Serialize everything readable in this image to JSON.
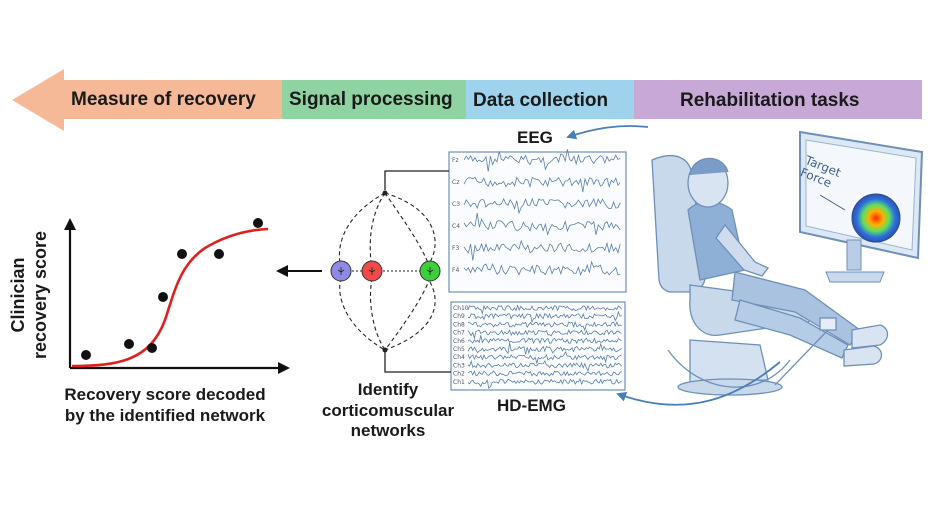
{
  "pipeline": {
    "stages": [
      {
        "label": "Measure of recovery",
        "color": "#f6b998"
      },
      {
        "label": "Signal processing",
        "color": "#8fd3a2"
      },
      {
        "label": "Data collection",
        "color": "#9fd2ec"
      },
      {
        "label": "Rehabilitation tasks",
        "color": "#c7a8d6"
      }
    ]
  },
  "signals": {
    "eeg_title": "EEG",
    "emg_title": "HD-EMG",
    "eeg_channels": [
      "Fz",
      "Cz",
      "C3",
      "C4",
      "F3",
      "F4"
    ],
    "emg_channels": [
      "Ch10",
      "Ch9",
      "Ch8",
      "Ch7",
      "Ch6",
      "Ch5",
      "Ch4",
      "Ch3",
      "Ch2",
      "Ch1"
    ]
  },
  "network": {
    "caption_lines": [
      "Identify",
      "corticomuscular",
      "networks"
    ],
    "node_colors": [
      "#8d8be6",
      "#f04a4a",
      "#3ccf3c"
    ]
  },
  "plot": {
    "ylabel_lines": [
      "Clinician",
      "recovery score"
    ],
    "xlabel_lines": [
      "Recovery score decoded",
      "by the identified network"
    ]
  },
  "monitor": {
    "text_lines": [
      "Target",
      "Force"
    ]
  },
  "colors": {
    "arrow_blue": "#4a7fb5",
    "panel_border": "#6f8fb8",
    "trace": "#5a7ea8",
    "fit_curve": "#e02020",
    "patient": "#9bb8d8"
  }
}
